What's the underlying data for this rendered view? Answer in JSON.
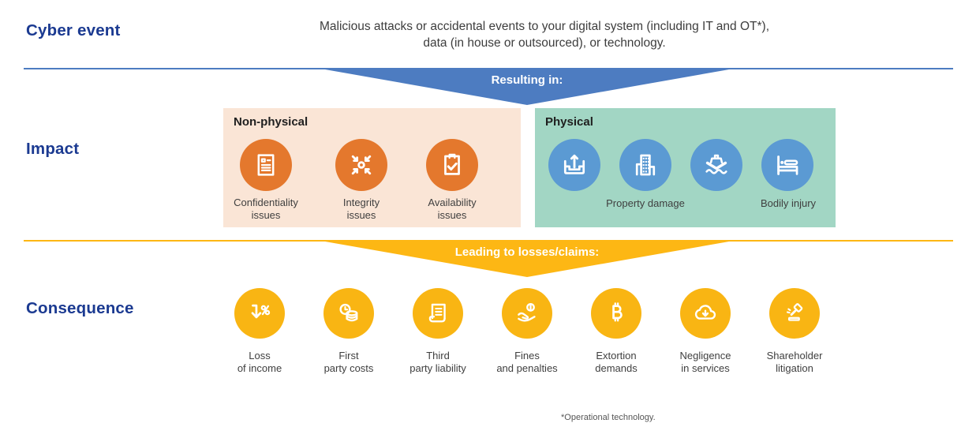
{
  "colors": {
    "navy_heading": "#1b3a91",
    "blue_banner": "#4d7cc1",
    "yellow_banner": "#fdb714",
    "orange_circle": "#e4782d",
    "peach_box_bg": "#fae5d6",
    "teal_box_bg": "#a2d6c4",
    "blue_circle": "#5b9ad3",
    "gold_circle": "#f9b513"
  },
  "rows": {
    "cyber_event": {
      "label": "Cyber event"
    },
    "impact": {
      "label": "Impact"
    },
    "consequence": {
      "label": "Consequence"
    }
  },
  "header": {
    "description_line1": "Malicious attacks or accidental events to your digital system (including IT and OT*),",
    "description_line2": "data (in house or outsourced), or technology."
  },
  "banners": {
    "resulting_label": "Resulting in:",
    "leading_label": "Leading to losses/claims:"
  },
  "impact": {
    "non_physical": {
      "title": "Non-physical",
      "items": [
        {
          "icon": "document-icon",
          "line1": "Confidentiality",
          "line2": "issues"
        },
        {
          "icon": "converging-arrows-icon",
          "line1": "Integrity",
          "line2": "issues"
        },
        {
          "icon": "clipboard-check-icon",
          "line1": "Availability",
          "line2": "issues"
        }
      ]
    },
    "physical": {
      "title": "Physical",
      "icons": [
        "inbox-arrow-icon",
        "building-icon",
        "ship-icon",
        "bed-icon"
      ],
      "labels": {
        "property": "Property damage",
        "bodily": "Bodily injury"
      }
    }
  },
  "consequence": {
    "items": [
      {
        "icon": "income-loss-icon",
        "line1": "Loss",
        "line2": "of income"
      },
      {
        "icon": "clock-coins-icon",
        "line1": "First",
        "line2": "party costs"
      },
      {
        "icon": "scroll-icon",
        "line1": "Third",
        "line2": "party liability"
      },
      {
        "icon": "hand-coin-icon",
        "line1": "Fines",
        "line2": "and penalties"
      },
      {
        "icon": "bitcoin-icon",
        "line1": "Extortion",
        "line2": "demands"
      },
      {
        "icon": "cloud-download-icon",
        "line1": "Negligence",
        "line2": "in services"
      },
      {
        "icon": "gavel-icon",
        "line1": "Shareholder",
        "line2": "litigation"
      }
    ]
  },
  "footnote": "*Operational technology."
}
